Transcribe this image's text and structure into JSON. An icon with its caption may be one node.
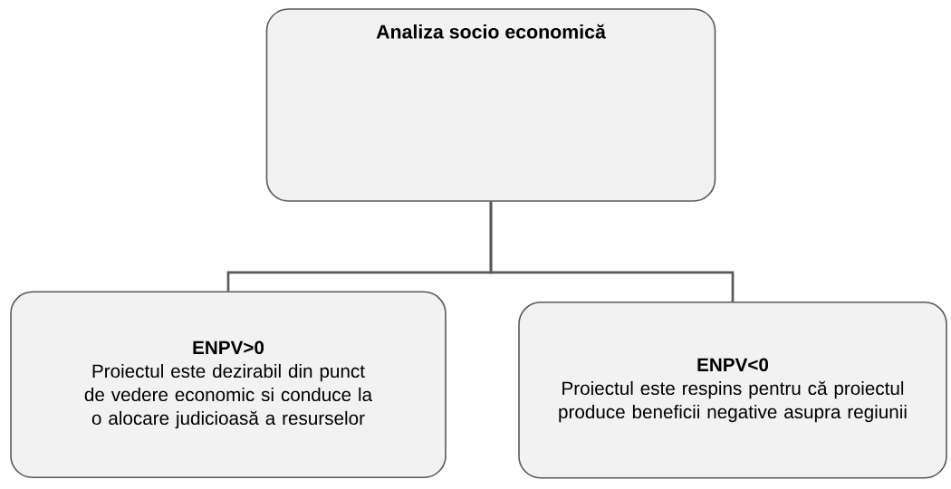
{
  "diagram": {
    "nodes": [
      {
        "text": [
          "Analiza socio economică"
        ]
      },
      {
        "text": [
          "ENPV>0",
          "Proiectul este dezirabil din punct de vedere economic si conduce la o alocare judicioasă a resurselor"
        ]
      },
      {
        "text": [
          "ENPV<0",
          "Proiectul este respins pentru că proiectul produce beneficii negative asupra regiunii"
        ]
      }
    ],
    "edges": [
      {
        "from": 0,
        "to": 1,
        "arrow": "none"
      },
      {
        "from": 0,
        "to": 2,
        "arrow": "none"
      }
    ]
  }
}
